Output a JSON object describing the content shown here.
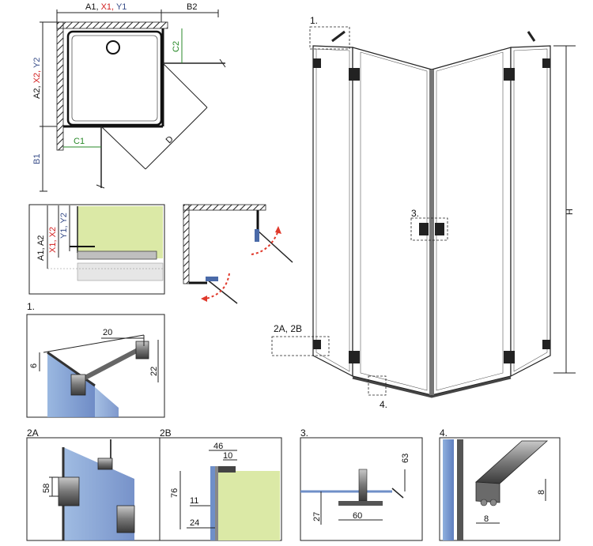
{
  "top_plan": {
    "width_label_parts": [
      "A1, ",
      "X1, ",
      "Y1"
    ],
    "b2_label": "B2",
    "height_label_parts": [
      "A2, ",
      "X2, ",
      "Y2"
    ],
    "b1_label": "B1",
    "c1_label": "C1",
    "c2_label": "C2",
    "d_label": "D"
  },
  "side_section": {
    "label_a": "A1, A2",
    "label_x": "X1, X2",
    "label_y": "Y1, Y2"
  },
  "front_view": {
    "callout_1": "1.",
    "callout_3": "3.",
    "callout_2": "2A, 2B",
    "callout_4": "4.",
    "height_label": "H"
  },
  "detail_1": {
    "title": "1.",
    "dim_20": "20",
    "dim_6": "6",
    "dim_22": "22"
  },
  "detail_2a": {
    "title": "2A",
    "dim_58": "58"
  },
  "detail_2b": {
    "title": "2B",
    "dim_46": "46",
    "dim_10": "10",
    "dim_76": "76",
    "dim_11": "11",
    "dim_24": "24"
  },
  "detail_3": {
    "title": "3.",
    "dim_63": "63",
    "dim_27": "27",
    "dim_60": "60"
  },
  "detail_4": {
    "title": "4.",
    "dim_8a": "8",
    "dim_8b": "8"
  },
  "colors": {
    "wall_green": "#dbe9a6",
    "glass_blue": "#6f8fc8",
    "dim_green": "#2a8a2a",
    "dim_red": "#d21f1f",
    "dim_blue": "#3a4f8a",
    "swing_red": "#e0392b"
  }
}
